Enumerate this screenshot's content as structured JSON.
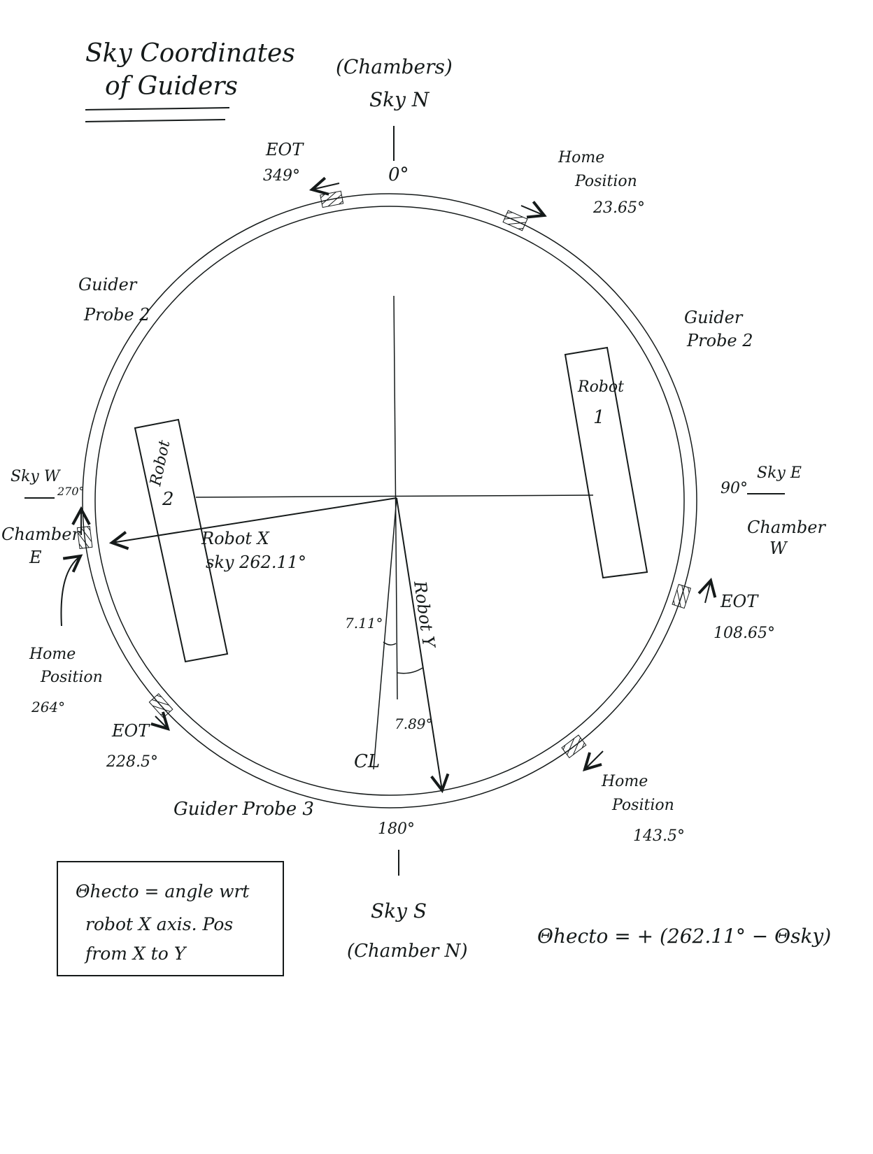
{
  "title": {
    "line1": "Sky Coordinates",
    "line2": "of Guiders"
  },
  "north": {
    "chamber": "(Chambers)",
    "sky": "Sky N",
    "angle": "0°"
  },
  "south": {
    "angle": "180°",
    "sky": "Sky S",
    "chamber": "(Chamber N)"
  },
  "east": {
    "angle": "90°",
    "sky": "Sky E",
    "chamber_line1": "Chamber",
    "chamber_line2": "W"
  },
  "west": {
    "sky": "Sky W",
    "angle": "270°",
    "chamber_line1": "Chamber",
    "chamber_line2": "E"
  },
  "markers": {
    "eot_349": {
      "label": "EOT",
      "value": "349°"
    },
    "home_23": {
      "line1": "Home",
      "line2": "Position",
      "value": "23.65°"
    },
    "eot_108": {
      "label": "EOT",
      "value": "108.65°"
    },
    "home_143": {
      "line1": "Home",
      "line2": "Position",
      "value": "143.5°"
    },
    "eot_228": {
      "label": "EOT",
      "value": "228.5°"
    },
    "home_264": {
      "line1": "Home",
      "line2": "Position",
      "value": "264°"
    }
  },
  "guiders": {
    "left_top": {
      "line1": "Guider",
      "line2": "Probe 2"
    },
    "right_top": {
      "line1": "Guider",
      "line2": "Probe 2"
    },
    "bottom": "Guider Probe 3"
  },
  "robots": {
    "robot1": {
      "line1": "Robot",
      "line2": "1"
    },
    "robot2": {
      "line1": "Robot",
      "line2": "2"
    }
  },
  "axes": {
    "robot_x_line1": "Robot X",
    "robot_x_line2": "sky 262.11°",
    "robot_y": "Robot Y",
    "cl": "CL",
    "angle_cl": "7.11°",
    "angle_y": "7.89°"
  },
  "definition_box": {
    "line1": "Θhecto = angle wrt",
    "line2": "robot X axis. Pos",
    "line3": "from X to Y"
  },
  "formula": "Θhecto = + (262.11° − Θsky)"
}
